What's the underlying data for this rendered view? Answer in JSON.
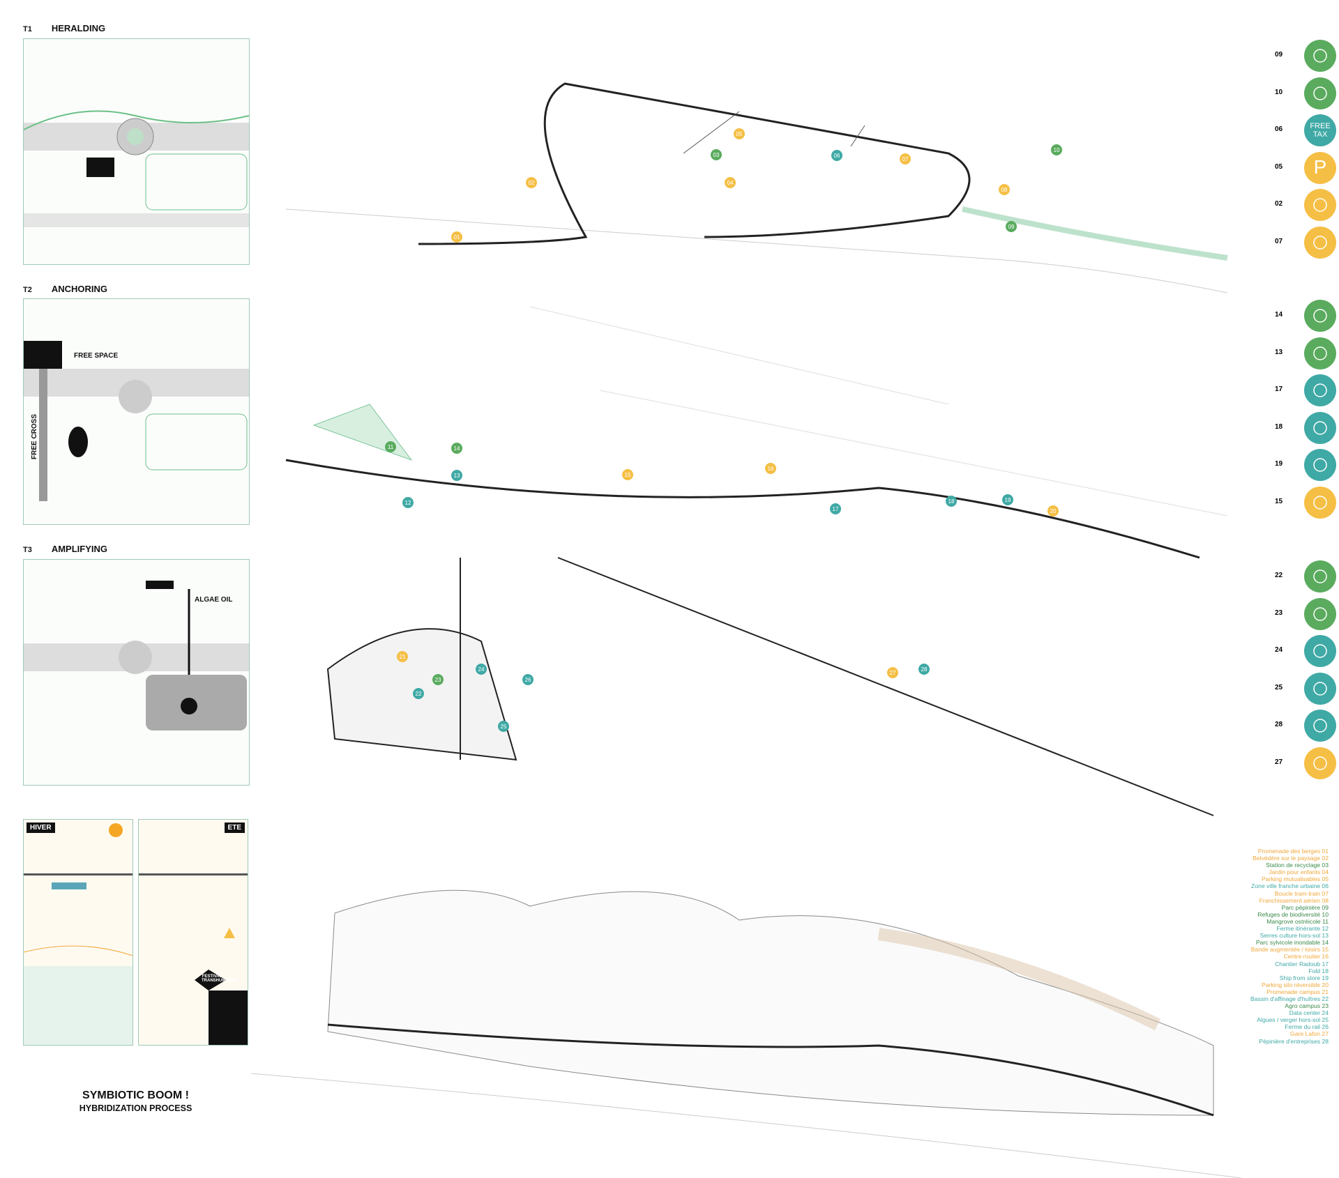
{
  "phases": [
    {
      "num": "T1",
      "name": "HERALDING"
    },
    {
      "num": "T2",
      "name": "ANCHORING",
      "labels": [
        "FREE SPACE",
        "FREE CROSS"
      ]
    },
    {
      "num": "T3",
      "name": "AMPLIFYING",
      "labels": [
        "ALGAE OIL"
      ]
    }
  ],
  "seasons": {
    "winter": "HIVER",
    "summer": "ETE",
    "festival": "FESTIVAL TRANSHUMANCE"
  },
  "title": {
    "main": "SYMBIOTIC BOOM !",
    "sub": "HYBRIDIZATION PROCESS"
  },
  "colors": {
    "green": "#5aab5e",
    "teal": "#3fa9a5",
    "yellow": "#f5bf45",
    "orange": "#f0a83a",
    "darkgreen": "#3a8a4a"
  },
  "icon_groups": [
    [
      {
        "num": "09",
        "type": "green",
        "icon": "plants-sun-icon"
      },
      {
        "num": "10",
        "type": "green",
        "icon": "trees-bird-icon"
      },
      {
        "num": "06",
        "type": "teal",
        "icon": "free-tax-icon",
        "text": "FREE TAX"
      },
      {
        "num": "05",
        "type": "yellow",
        "icon": "parking-icon",
        "text": "P"
      },
      {
        "num": "02",
        "type": "yellow",
        "icon": "belvedere-icon"
      },
      {
        "num": "07",
        "type": "yellow",
        "icon": "tram-icon"
      }
    ],
    [
      {
        "num": "14",
        "type": "green",
        "icon": "forest-icon"
      },
      {
        "num": "13",
        "type": "green",
        "icon": "greenhouse-icon"
      },
      {
        "num": "17",
        "type": "teal",
        "icon": "boat-repair-icon"
      },
      {
        "num": "18",
        "type": "teal",
        "icon": "fold-icon"
      },
      {
        "num": "19",
        "type": "teal",
        "icon": "store-icon"
      },
      {
        "num": "15",
        "type": "yellow",
        "icon": "leisure-icon"
      }
    ],
    [
      {
        "num": "22",
        "type": "green",
        "icon": "oyster-icon"
      },
      {
        "num": "23",
        "type": "green",
        "icon": "campus-icon"
      },
      {
        "num": "24",
        "type": "teal",
        "icon": "data-center-icon"
      },
      {
        "num": "25",
        "type": "teal",
        "icon": "algae-icon"
      },
      {
        "num": "28",
        "type": "teal",
        "icon": "lightbulb-icon"
      },
      {
        "num": "27",
        "type": "yellow",
        "icon": "station-icon"
      }
    ]
  ],
  "legend": [
    {
      "text": "Promenade des berges 01",
      "c": "orange"
    },
    {
      "text": "Belvédère sur le paysage 02",
      "c": "orange"
    },
    {
      "text": "Station de recyclage 03",
      "c": "darkgreen"
    },
    {
      "text": "Jardin pour enfants 04",
      "c": "orange"
    },
    {
      "text": "Parking mutualisables 05",
      "c": "orange"
    },
    {
      "text": "Zone ville franche urbaine 06",
      "c": "teal"
    },
    {
      "text": "Boucle tram-train 07",
      "c": "orange"
    },
    {
      "text": "Franchissement aérien 08",
      "c": "orange"
    },
    {
      "text": "Parc pépinière 09",
      "c": "darkgreen"
    },
    {
      "text": "Refuges de biodiversité 10",
      "c": "darkgreen"
    },
    {
      "text": "Mangrove ostréicole 11",
      "c": "darkgreen"
    },
    {
      "text": "Ferme itinérante 12",
      "c": "teal"
    },
    {
      "text": "Serres culture hors-sol 13",
      "c": "teal"
    },
    {
      "text": "Parc sylvicole inondable 14",
      "c": "darkgreen"
    },
    {
      "text": "Bande augmentée / loisirs 15",
      "c": "orange"
    },
    {
      "text": "Centre routier 16",
      "c": "orange"
    },
    {
      "text": "Chantier Radoub 17",
      "c": "teal"
    },
    {
      "text": "Fold 18",
      "c": "teal"
    },
    {
      "text": "Ship from store 19",
      "c": "teal"
    },
    {
      "text": "Parking silo réversible 20",
      "c": "orange"
    },
    {
      "text": "Promenade campus 21",
      "c": "orange"
    },
    {
      "text": "Bassin d'affinage d'huîtres 22",
      "c": "teal"
    },
    {
      "text": "Agro campus 23",
      "c": "darkgreen"
    },
    {
      "text": "Data center 24",
      "c": "teal"
    },
    {
      "text": "Algues / verger hors-sol 25",
      "c": "teal"
    },
    {
      "text": "Ferme du rail 26",
      "c": "teal"
    },
    {
      "text": "Gare Lafon 27",
      "c": "orange"
    },
    {
      "text": "Pépinière d'entreprises 28",
      "c": "teal"
    }
  ],
  "map_markers": [
    [
      "01",
      "02",
      "03",
      "04",
      "05",
      "06",
      "07",
      "08",
      "09",
      "10"
    ],
    [
      "11",
      "12",
      "13",
      "14",
      "15",
      "16",
      "17",
      "18",
      "19",
      "20"
    ],
    [
      "21",
      "22",
      "23",
      "24",
      "25",
      "26",
      "27",
      "28"
    ]
  ]
}
